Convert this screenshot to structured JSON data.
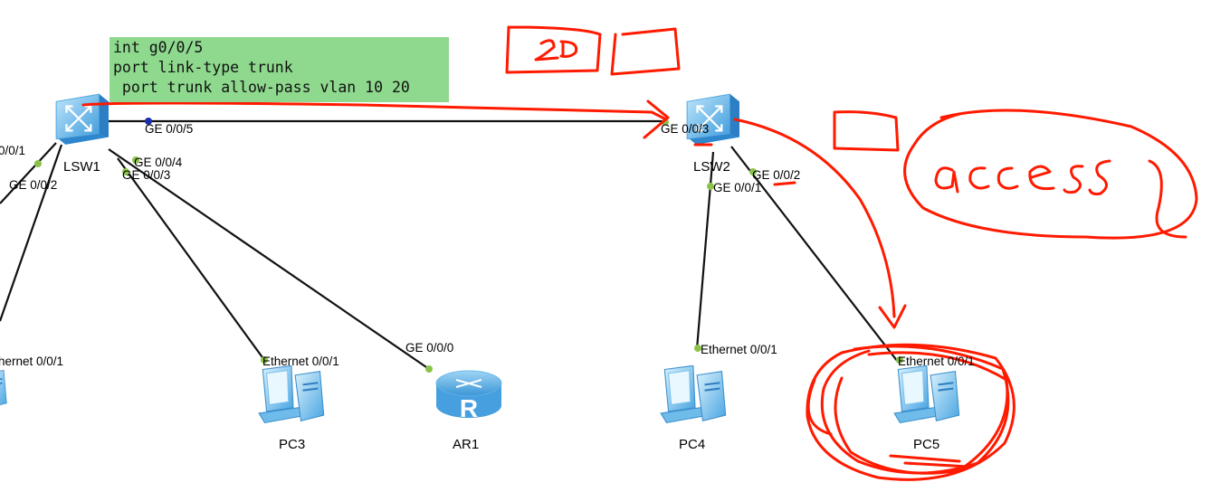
{
  "config_note": {
    "line1": "int g0/0/5",
    "line2": "port link-type trunk",
    "line3": " port trunk allow-pass vlan 10 20"
  },
  "devices": {
    "lsw1": "LSW1",
    "lsw2": "LSW2",
    "pc3": "PC3",
    "ar1": "AR1",
    "pc4": "PC4",
    "pc5": "PC5"
  },
  "ports": {
    "lsw1_left_partial": "0/0/1",
    "lsw1_ge002": "GE 0/0/2",
    "lsw1_ge005": "GE 0/0/5",
    "lsw1_ge004": "GE 0/0/4",
    "lsw1_ge003": "GE 0/0/3",
    "left_pc_eth_partial": "hernet 0/0/1",
    "pc3_eth": "Ethernet 0/0/1",
    "ar1_ge000": "GE 0/0/0",
    "lsw2_ge003": "GE 0/0/3",
    "lsw2_ge002": "GE 0/0/2",
    "lsw2_ge001": "GE 0/0/1",
    "pc4_eth": "Ethernet 0/0/1",
    "pc5_eth": "Ethernet 0/0/1"
  },
  "colors": {
    "link": "#111111",
    "port_dot": "#8bc34a",
    "port_dot_active": "#1a2fb0",
    "annotation": "#ff1a00",
    "note_bg": "#8ed98e",
    "device_blue": "#5ab0e8"
  }
}
